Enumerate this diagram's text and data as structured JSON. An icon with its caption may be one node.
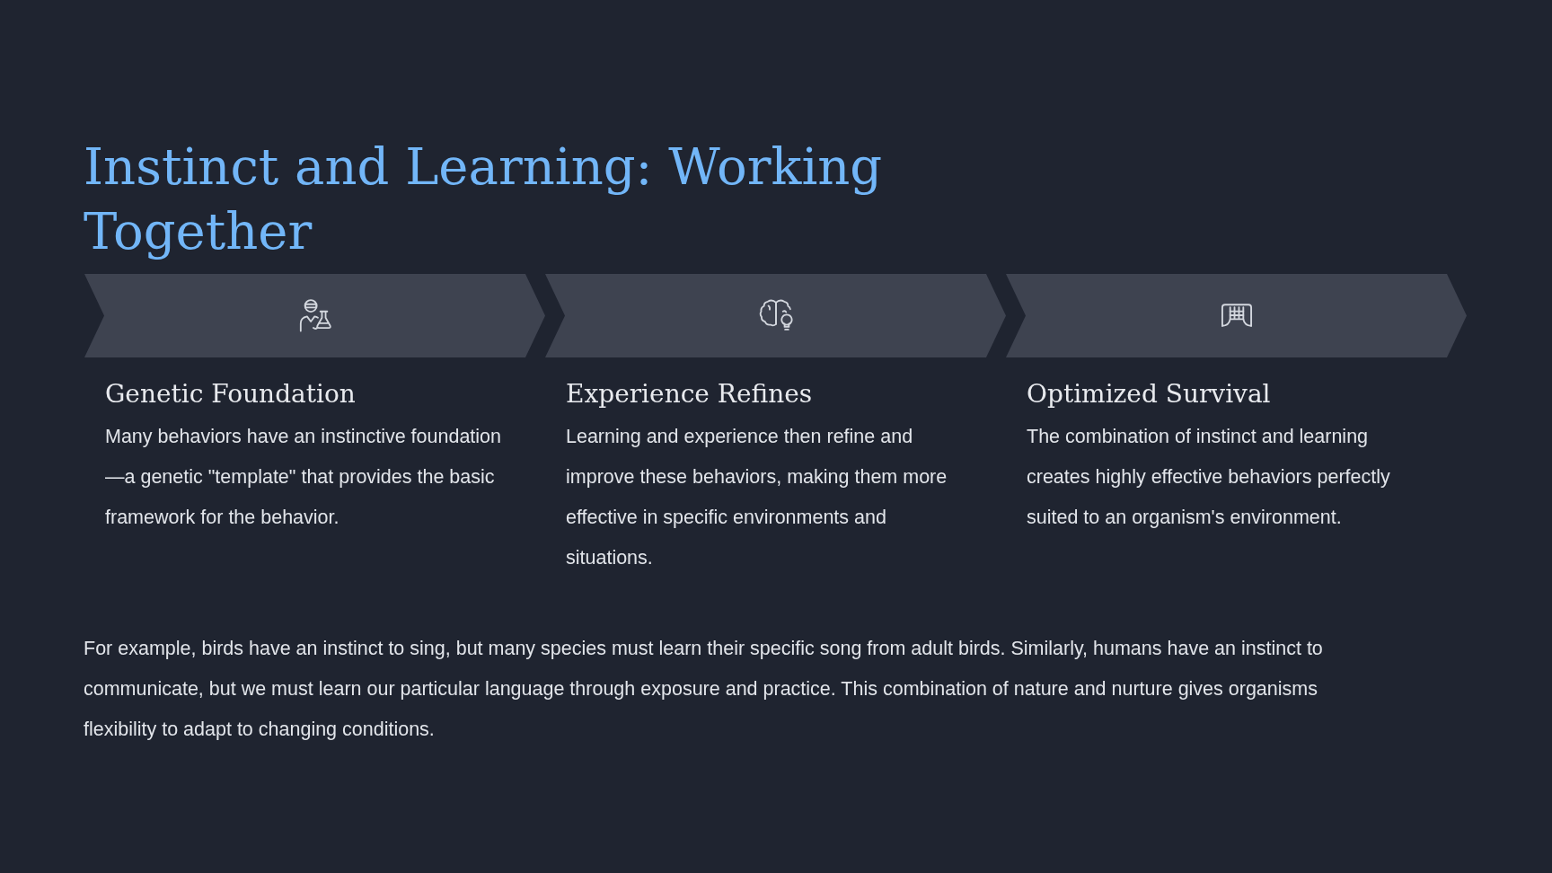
{
  "diagram": {
    "title": "Instinct and Learning: Working Together",
    "nodes": [
      {
        "text": [
          "Genetic Foundation",
          "Many behaviors have an instinctive foundation—a genetic \"template\" that provides the basic framework for the behavior."
        ]
      },
      {
        "text": [
          "Experience Refines",
          "Learning and experience then refine and improve these behaviors, making them more effective in specific environments and situations."
        ]
      },
      {
        "text": [
          "Optimized Survival",
          "The combination of instinct and learning creates highly effective behaviors perfectly suited to an organism's environment."
        ]
      }
    ],
    "labels": [
      "For example, birds have an instinct to sing, but many species must learn their specific song from adult birds. Similarly, humans have an instinct to communicate, but we must learn our particular language through exposure and practice. This combination of nature and nurture gives organisms flexibility to adapt to changing conditions."
    ]
  }
}
